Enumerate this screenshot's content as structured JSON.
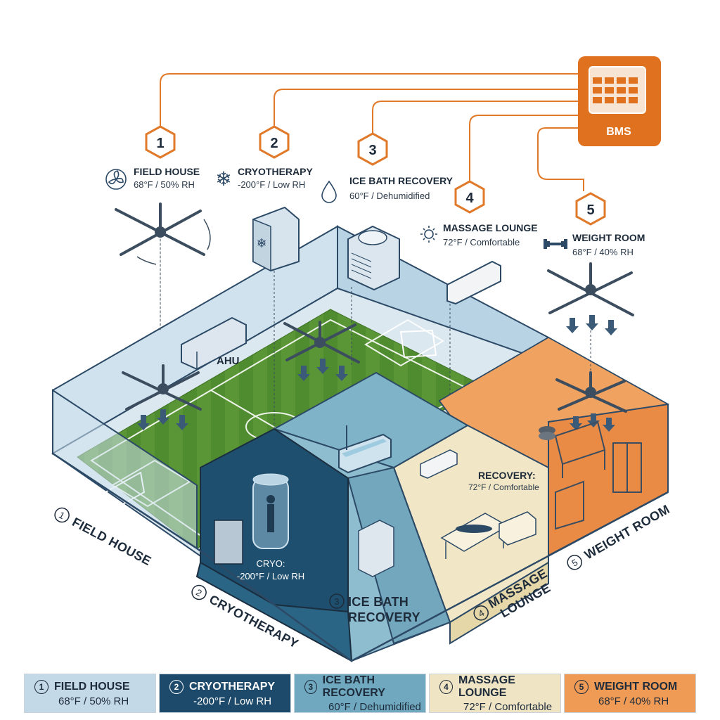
{
  "bms": {
    "label": "BMS"
  },
  "zones": [
    {
      "num": "1",
      "title": "FIELD HOUSE",
      "spec": "68°F / 50% RH",
      "icon": "fan-icon",
      "color": "#c4d9e7",
      "text_color": "#1d2b3a"
    },
    {
      "num": "2",
      "title": "CRYOTHERAPY",
      "spec": "-200°F / Low RH",
      "icon": "snowflake-icon",
      "color": "#1d4a6b",
      "text_color": "#ffffff"
    },
    {
      "num": "3",
      "title": "ICE BATH RECOVERY",
      "spec": "60°F / Dehumidified",
      "icon": "water-drop-icon",
      "color": "#6fa8bf",
      "text_color": "#1d2b3a"
    },
    {
      "num": "4",
      "title": "MASSAGE LOUNGE",
      "spec": "72°F / Comfortable",
      "icon": "sun-icon",
      "color": "#efe4c4",
      "text_color": "#1d2b3a"
    },
    {
      "num": "5",
      "title": "WEIGHT ROOM",
      "spec": "68°F / 40% RH",
      "icon": "dumbbell-icon",
      "color": "#ef9a55",
      "text_color": "#1d2b3a"
    }
  ],
  "floor_labels": {
    "field_house": "FIELD HOUSE",
    "cryotherapy": "CRYOTHERAPY",
    "ice_bath_line1": "ICE BATH",
    "ice_bath_line2": "RECOVERY",
    "massage_line1": "MASSAGE",
    "massage_line2": "LOUNGE",
    "weight_room": "WEIGHT ROOM"
  },
  "annotations": {
    "ahu": "AHU",
    "recovery_title": "RECOVERY:",
    "recovery_spec": "72°F / Comfortable",
    "cryo_title": "CRYO:",
    "cryo_spec": "-200°F / Low RH"
  },
  "colors": {
    "bms_orange": "#e0711f",
    "wire_orange": "#e07a2a",
    "turf_green": "#4e8a2e",
    "field_wall": "#cfe1ee",
    "cryo_dark": "#1f4f6e",
    "icebath_blue": "#7fb3c8",
    "lounge_cream": "#f1e6c6",
    "weight_orange": "#ee9655",
    "outline": "#2c4a66"
  }
}
